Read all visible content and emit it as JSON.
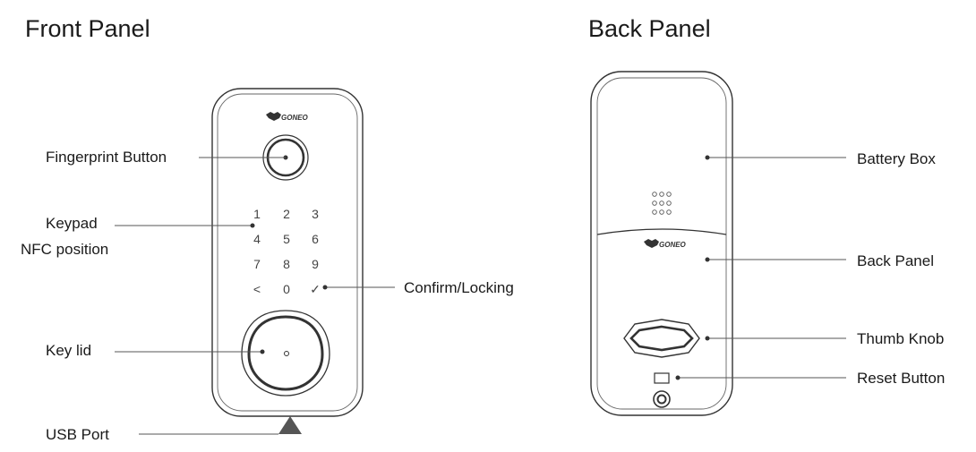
{
  "front": {
    "title": "Front Panel",
    "brand": "GONEO",
    "labels": {
      "fingerprint": "Fingerprint Button",
      "keypad": "Keypad",
      "nfc": "NFC position",
      "confirm": "Confirm/Locking",
      "key_lid": "Key lid",
      "usb": "USB Port"
    },
    "keys": [
      "1",
      "2",
      "3",
      "4",
      "5",
      "6",
      "7",
      "8",
      "9",
      "<",
      "0",
      "✓"
    ]
  },
  "back": {
    "title": "Back Panel",
    "brand": "GONEO",
    "labels": {
      "battery": "Battery Box",
      "back_panel": "Back Panel",
      "thumb_knob": "Thumb Knob",
      "reset": "Reset Button"
    }
  },
  "colors": {
    "line": "#555555",
    "text": "#1a1a1a",
    "outline": "#333333"
  }
}
